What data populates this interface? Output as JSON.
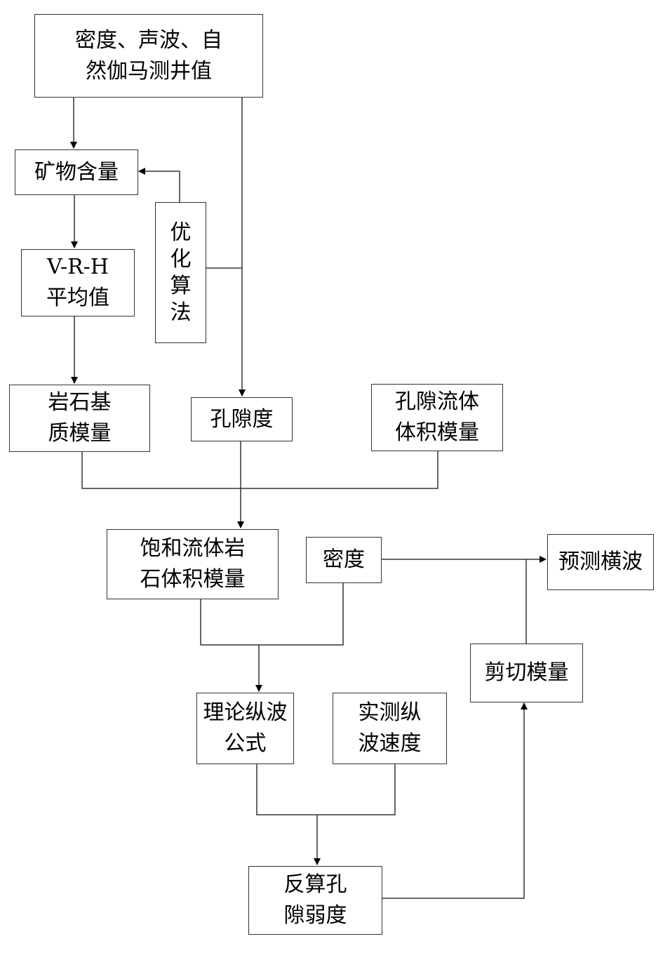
{
  "diagram": {
    "type": "flowchart",
    "nodes": {
      "logs": {
        "lines": [
          "密度、声波、自",
          "然伽马测井值"
        ]
      },
      "mineral": {
        "lines": [
          "矿物含量"
        ]
      },
      "vrh": {
        "lines": [
          "V-R-H",
          "平均值"
        ]
      },
      "optim": {
        "lines": [
          "优",
          "化",
          "算",
          "法"
        ]
      },
      "matrix": {
        "lines": [
          "岩石基",
          "质模量"
        ]
      },
      "porosity": {
        "lines": [
          "孔隙度"
        ]
      },
      "fluid": {
        "lines": [
          "孔隙流体",
          "体积模量"
        ]
      },
      "saturated": {
        "lines": [
          "饱和流体岩",
          "石体积模量"
        ]
      },
      "density": {
        "lines": [
          "密度"
        ]
      },
      "predict": {
        "lines": [
          "预测横波"
        ]
      },
      "shear": {
        "lines": [
          "剪切模量"
        ]
      },
      "theory": {
        "lines": [
          "理论纵波",
          "公式"
        ]
      },
      "measured": {
        "lines": [
          "实测纵",
          "波速度"
        ]
      },
      "inverse": {
        "lines": [
          "反算孔",
          "隙弱度"
        ]
      }
    },
    "edges": [
      {
        "from": "logs",
        "to": "mineral"
      },
      {
        "from": "logs",
        "to": "porosity"
      },
      {
        "from": "optim",
        "to": "mineral"
      },
      {
        "from": "optim",
        "to": "porosity"
      },
      {
        "from": "mineral",
        "to": "vrh"
      },
      {
        "from": "vrh",
        "to": "matrix"
      },
      {
        "from": "matrix",
        "to": "saturated"
      },
      {
        "from": "porosity",
        "to": "saturated"
      },
      {
        "from": "fluid",
        "to": "saturated"
      },
      {
        "from": "saturated",
        "to": "theory"
      },
      {
        "from": "density",
        "to": "theory"
      },
      {
        "from": "density",
        "to": "predict"
      },
      {
        "from": "theory",
        "to": "inverse"
      },
      {
        "from": "measured",
        "to": "inverse"
      },
      {
        "from": "inverse",
        "to": "shear"
      },
      {
        "from": "shear",
        "to": "predict"
      }
    ]
  }
}
